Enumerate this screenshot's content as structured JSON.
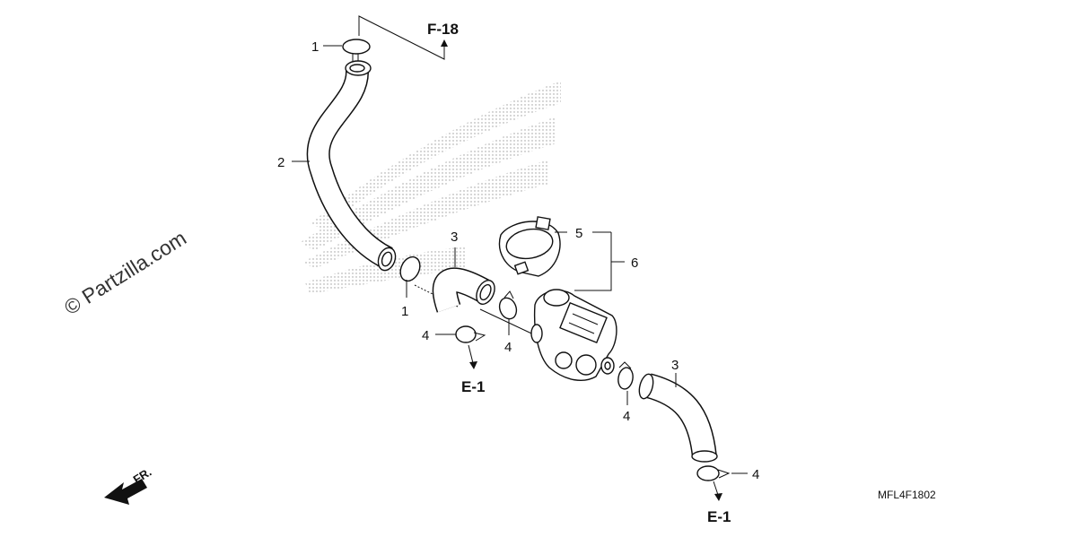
{
  "diagram": {
    "watermark": "© Partzilla.com",
    "diagram_code": "MFL4F1802",
    "front_indicator": "FR.",
    "refs": {
      "top": "F-18",
      "left": "E-1",
      "bottom": "E-1"
    },
    "callouts": {
      "clip_top": "1",
      "hose_long": "2",
      "hose_short": "3",
      "clip_mid": "1",
      "clamp_left": "4",
      "clamp_mid": "4",
      "bracket": "5",
      "assembly": "6",
      "hose_lower": "3",
      "clamp_lower": "4",
      "clamp_bottom": "4"
    }
  }
}
